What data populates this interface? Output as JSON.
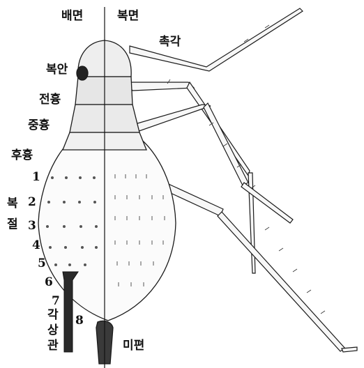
{
  "colors": {
    "ink": "#1a1a1a",
    "fill_light": "#f3f3f3",
    "fill_dot": "#6a6a6a",
    "siphuncle": "#2a2a2a"
  },
  "labels": {
    "dorsal": "배면",
    "ventral": "복면",
    "antenna": "촉각",
    "compound_eye": "복안",
    "prothorax": "전흉",
    "mesothorax": "중흉",
    "metathorax": "후흉",
    "abdomen_word_1": "복",
    "abdomen_word_2": "절",
    "siphuncle_1": "각",
    "siphuncle_2": "상",
    "siphuncle_3": "관",
    "cauda": "미편",
    "segments": [
      "1",
      "2",
      "3",
      "4",
      "5",
      "6",
      "7",
      "8"
    ]
  }
}
